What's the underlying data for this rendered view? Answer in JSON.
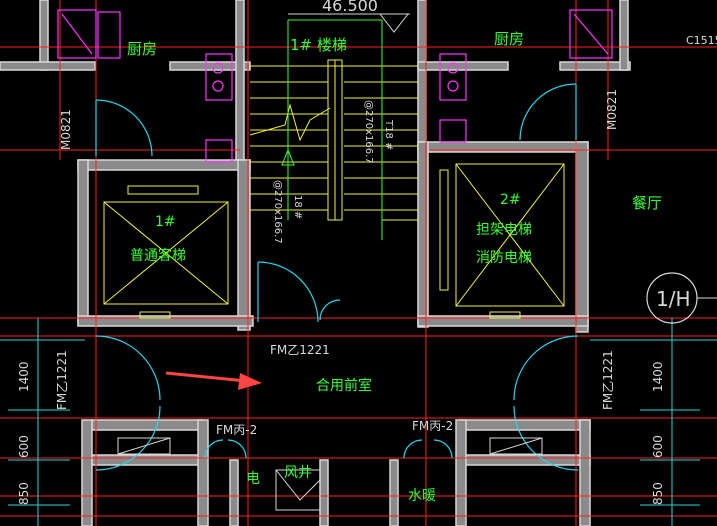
{
  "drawing": {
    "elevation": "46.500",
    "stair_name": "1# 楼梯",
    "stair_dim_up": "@270x166.7",
    "stair_dim_down": "@270x166.7",
    "stair_steps_a": "T18 #",
    "stair_steps_b": "18 #",
    "rooms": {
      "kitchen_left": "厨房",
      "kitchen_right": "厨房",
      "dining": "餐厅",
      "lobby": "合用前室",
      "electric": "电",
      "air_shaft": "风井",
      "water": "水暖"
    },
    "elevator1": {
      "number": "1#",
      "label": "普通客梯"
    },
    "elevator2": {
      "number": "2#",
      "label_line1": "担架电梯",
      "label_line2": "消防电梯"
    },
    "doors": {
      "m0821_left": "M0821",
      "m0821_right": "M0821",
      "c1515": "C1515",
      "fm_yi_1221_top": "FM乙1221",
      "fm_yi_1221_left": "FM乙1221",
      "fm_yi_1221_right": "FM乙1221",
      "fm_bing2_left": "FM丙-2",
      "fm_bing2_right": "FM丙-2"
    },
    "axis_tag": "1/H",
    "dims_left": [
      "1400",
      "600",
      "850"
    ],
    "dims_right": [
      "1400",
      "600",
      "850"
    ]
  },
  "colors": {
    "wall": "#d8d8d8",
    "grid": "#ff2020",
    "text_green": "#33ff33",
    "stair_yellow": "#f2f233",
    "door_cyan": "#22d8f0",
    "fixture_magenta": "#ff33ff",
    "dim_cyan": "#2ad6d6",
    "annotation_arrow": "#ff4444"
  }
}
